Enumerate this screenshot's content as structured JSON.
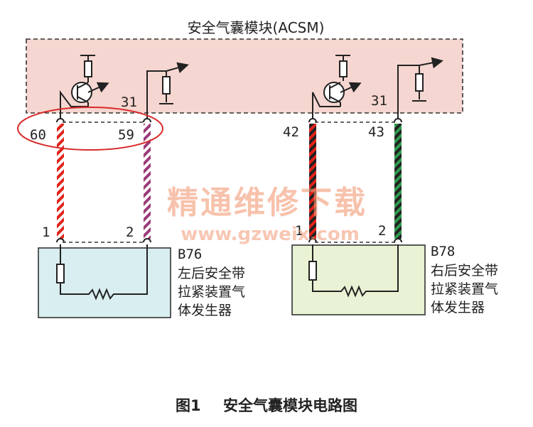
{
  "module": {
    "title": "安全气囊模块(ACSM)",
    "pins": [
      "31",
      "60",
      "59",
      "31",
      "42",
      "43"
    ]
  },
  "devices": [
    {
      "code": "B76",
      "name_lines": [
        "左后安全带",
        "拉紧装置气",
        "体发生器"
      ],
      "pins": [
        "1",
        "2"
      ],
      "fill": "#d9eef0"
    },
    {
      "code": "B78",
      "name_lines": [
        "右后安全带",
        "拉紧装置气",
        "体发生器"
      ],
      "pins": [
        "1",
        "2"
      ],
      "fill": "#e9f2d4"
    }
  ],
  "watermark": {
    "cn": "精通维修下载",
    "url": "www.gzweix.com"
  },
  "caption": {
    "fig": "图1",
    "text": "安全气囊模块电路图"
  },
  "colors": {
    "module_fill": "#f6d6d0",
    "wire_red": "#e2231a",
    "wire_violet": "#9b3a7a",
    "wire_black": "#222222",
    "wire_green": "#2f9a4c",
    "highlight_ellipse": "#d82a2a",
    "watermark": "#f29a76"
  }
}
